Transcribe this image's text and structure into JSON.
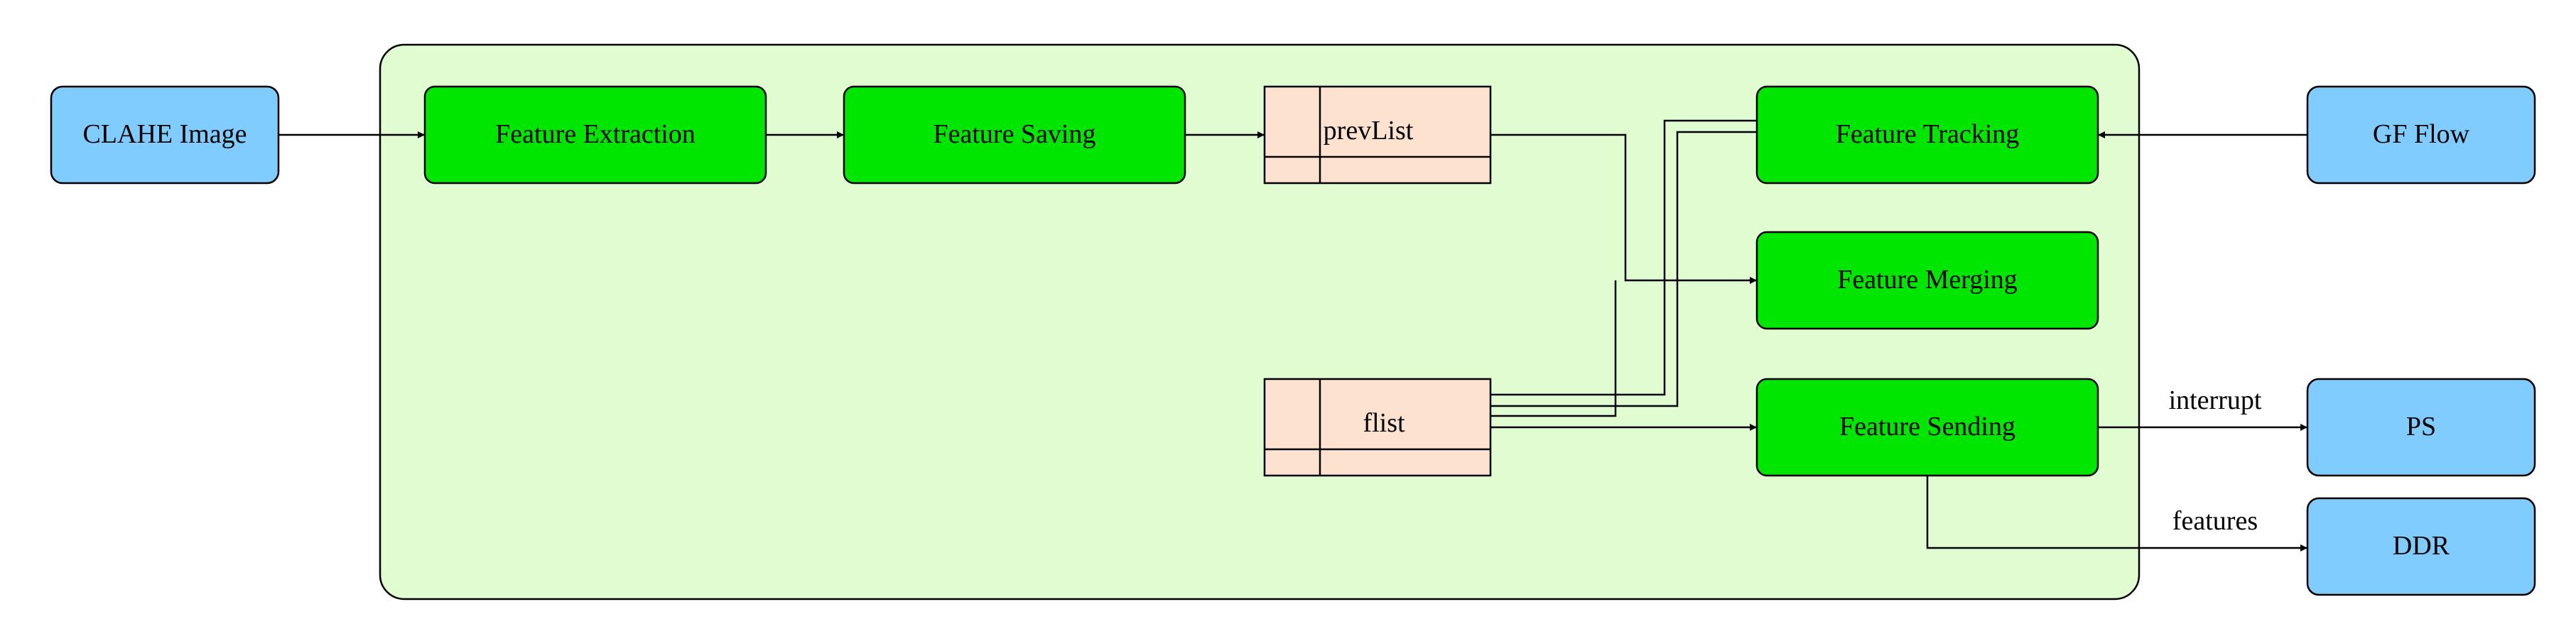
{
  "colors": {
    "container_fill": "#e0fcd0",
    "process_fill": "#00e600",
    "io_fill": "#80ccff",
    "buffer_fill": "#fde2cf",
    "stroke": "#000000"
  },
  "nodes": {
    "clahe": "CLAHE Image",
    "feature_extraction": "Feature Extraction",
    "feature_saving": "Feature Saving",
    "prevlist": "prevList",
    "flist": "flist",
    "feature_tracking": "Feature Tracking",
    "feature_merging": "Feature Merging",
    "feature_sending": "Feature Sending",
    "gf_flow": "GF Flow",
    "ps": "PS",
    "ddr": "DDR"
  },
  "edge_labels": {
    "interrupt": "interrupt",
    "features": "features"
  }
}
